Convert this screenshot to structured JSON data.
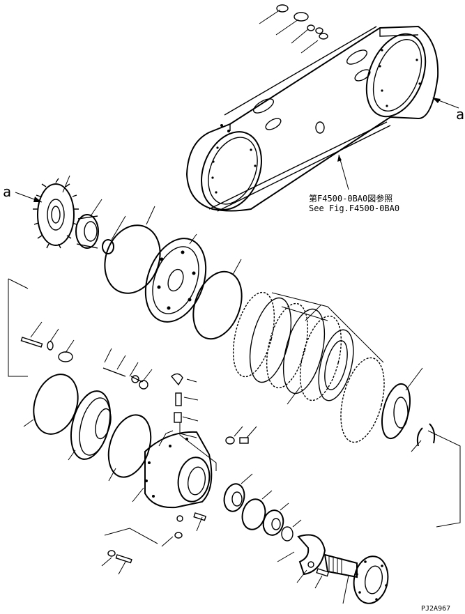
{
  "callouts": {
    "a_top": "a",
    "a_left": "a"
  },
  "reference": {
    "line_jp": "第F4500-0BA0図参照",
    "line_en": "See Fig.F4500-0BA0"
  },
  "drawing_code": "PJ2A967"
}
